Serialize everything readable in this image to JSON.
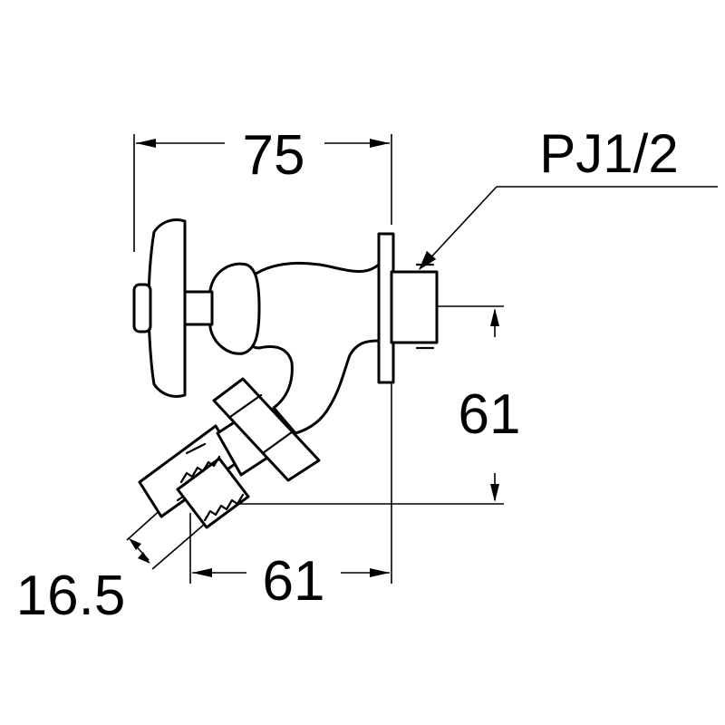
{
  "dimensions": {
    "overall_width": "75",
    "thread_spec": "PJ1/2",
    "vertical_offset": "61",
    "horizontal_offset": "61",
    "hose_diameter": "16.5"
  }
}
